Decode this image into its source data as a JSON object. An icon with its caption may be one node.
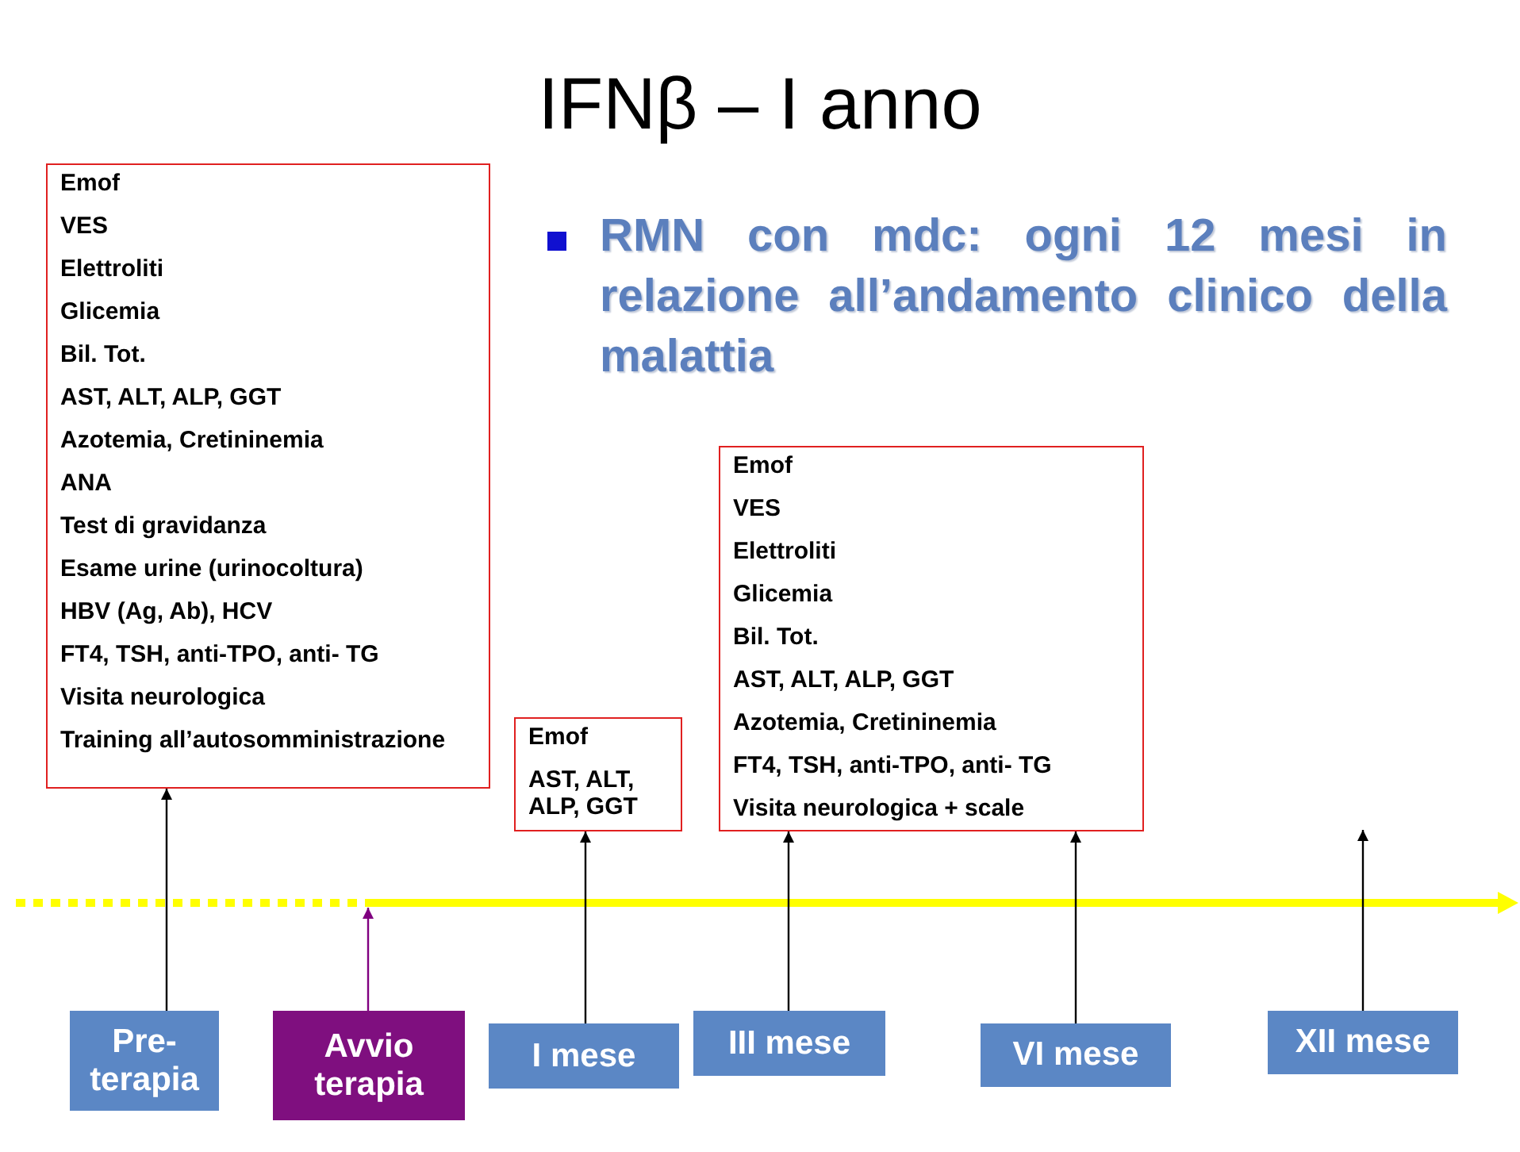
{
  "diagram": {
    "title": "IFNβ – I anno",
    "nodes": [
      {
        "text": [
          "Emof",
          "VES",
          "Elettroliti",
          "Glicemia",
          "Bil. Tot.",
          "AST, ALT, ALP, GGT",
          "Azotemia, Cretininemia",
          "ANA",
          "Test di gravidanza",
          "Esame urine (urinocoltura)",
          "HBV (Ag, Ab), HCV",
          "FT4, TSH, anti-TPO, anti- TG",
          "Visita neurologica",
          "Training all’autosomministrazione"
        ]
      },
      {
        "text": [
          "Emof",
          "AST, ALT, ALP, GGT"
        ]
      },
      {
        "text": [
          "Emof",
          "VES",
          "Elettroliti",
          "Glicemia",
          "Bil. Tot.",
          "AST, ALT, ALP, GGT",
          "Azotemia, Cretininemia",
          "FT4, TSH, anti-TPO, anti- TG",
          "Visita neurologica + scale"
        ]
      },
      {
        "text": [
          "Pre-terapia"
        ]
      },
      {
        "text": [
          "Avvio terapia"
        ]
      },
      {
        "text": [
          "I mese"
        ]
      },
      {
        "text": [
          "III mese"
        ]
      },
      {
        "text": [
          "VI mese"
        ]
      },
      {
        "text": [
          "XII mese"
        ]
      }
    ],
    "edges": [
      {
        "from": 3,
        "to": 0,
        "arrow": "to"
      },
      {
        "from": 4,
        "to": null,
        "arrow": "to",
        "color": "#800080"
      },
      {
        "from": 5,
        "to": 1,
        "arrow": "to"
      },
      {
        "from": 6,
        "to": 2,
        "arrow": "to"
      },
      {
        "from": 7,
        "to": 2,
        "arrow": "to"
      },
      {
        "from": 8,
        "to": null,
        "arrow": "to"
      }
    ],
    "labels": [
      "RMN con mdc: ogni 12 mesi in relazione all’andamento clinico della malattia"
    ]
  }
}
